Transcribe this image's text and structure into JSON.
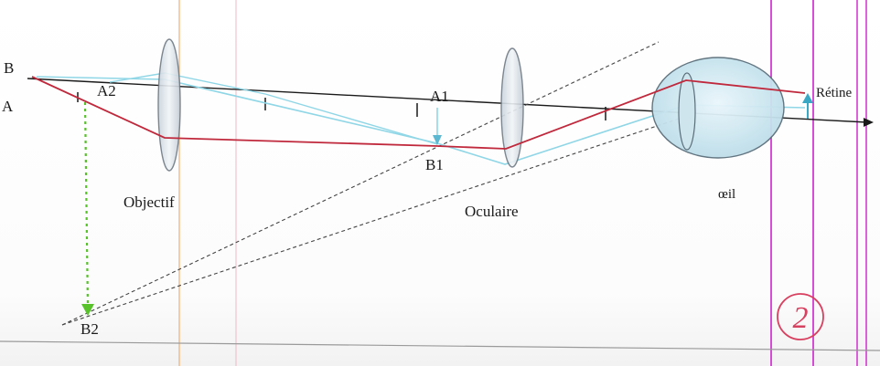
{
  "labels": {
    "b": "B",
    "a": "A",
    "a2": "A2",
    "a1": "A1",
    "b1": "B1",
    "b2": "B2",
    "retine": "Rétine",
    "objectif": "Objectif",
    "oculaire": "Oculaire",
    "oeil": "œil"
  },
  "stamp": "2",
  "colors": {
    "axis": "#1a1a1a",
    "principal_ray": "#c0283c",
    "secondary_ray": "#8fd6e6",
    "virtual_image": "#57c22a",
    "construction": "#444444",
    "lens_fill": "#dde6ee",
    "lens_stroke": "#6f7a84",
    "eye_fill": "#d9eef6",
    "margin_magenta": "#cc22cc",
    "margin_orange": "#f0b070",
    "stamp": "#d84060"
  }
}
